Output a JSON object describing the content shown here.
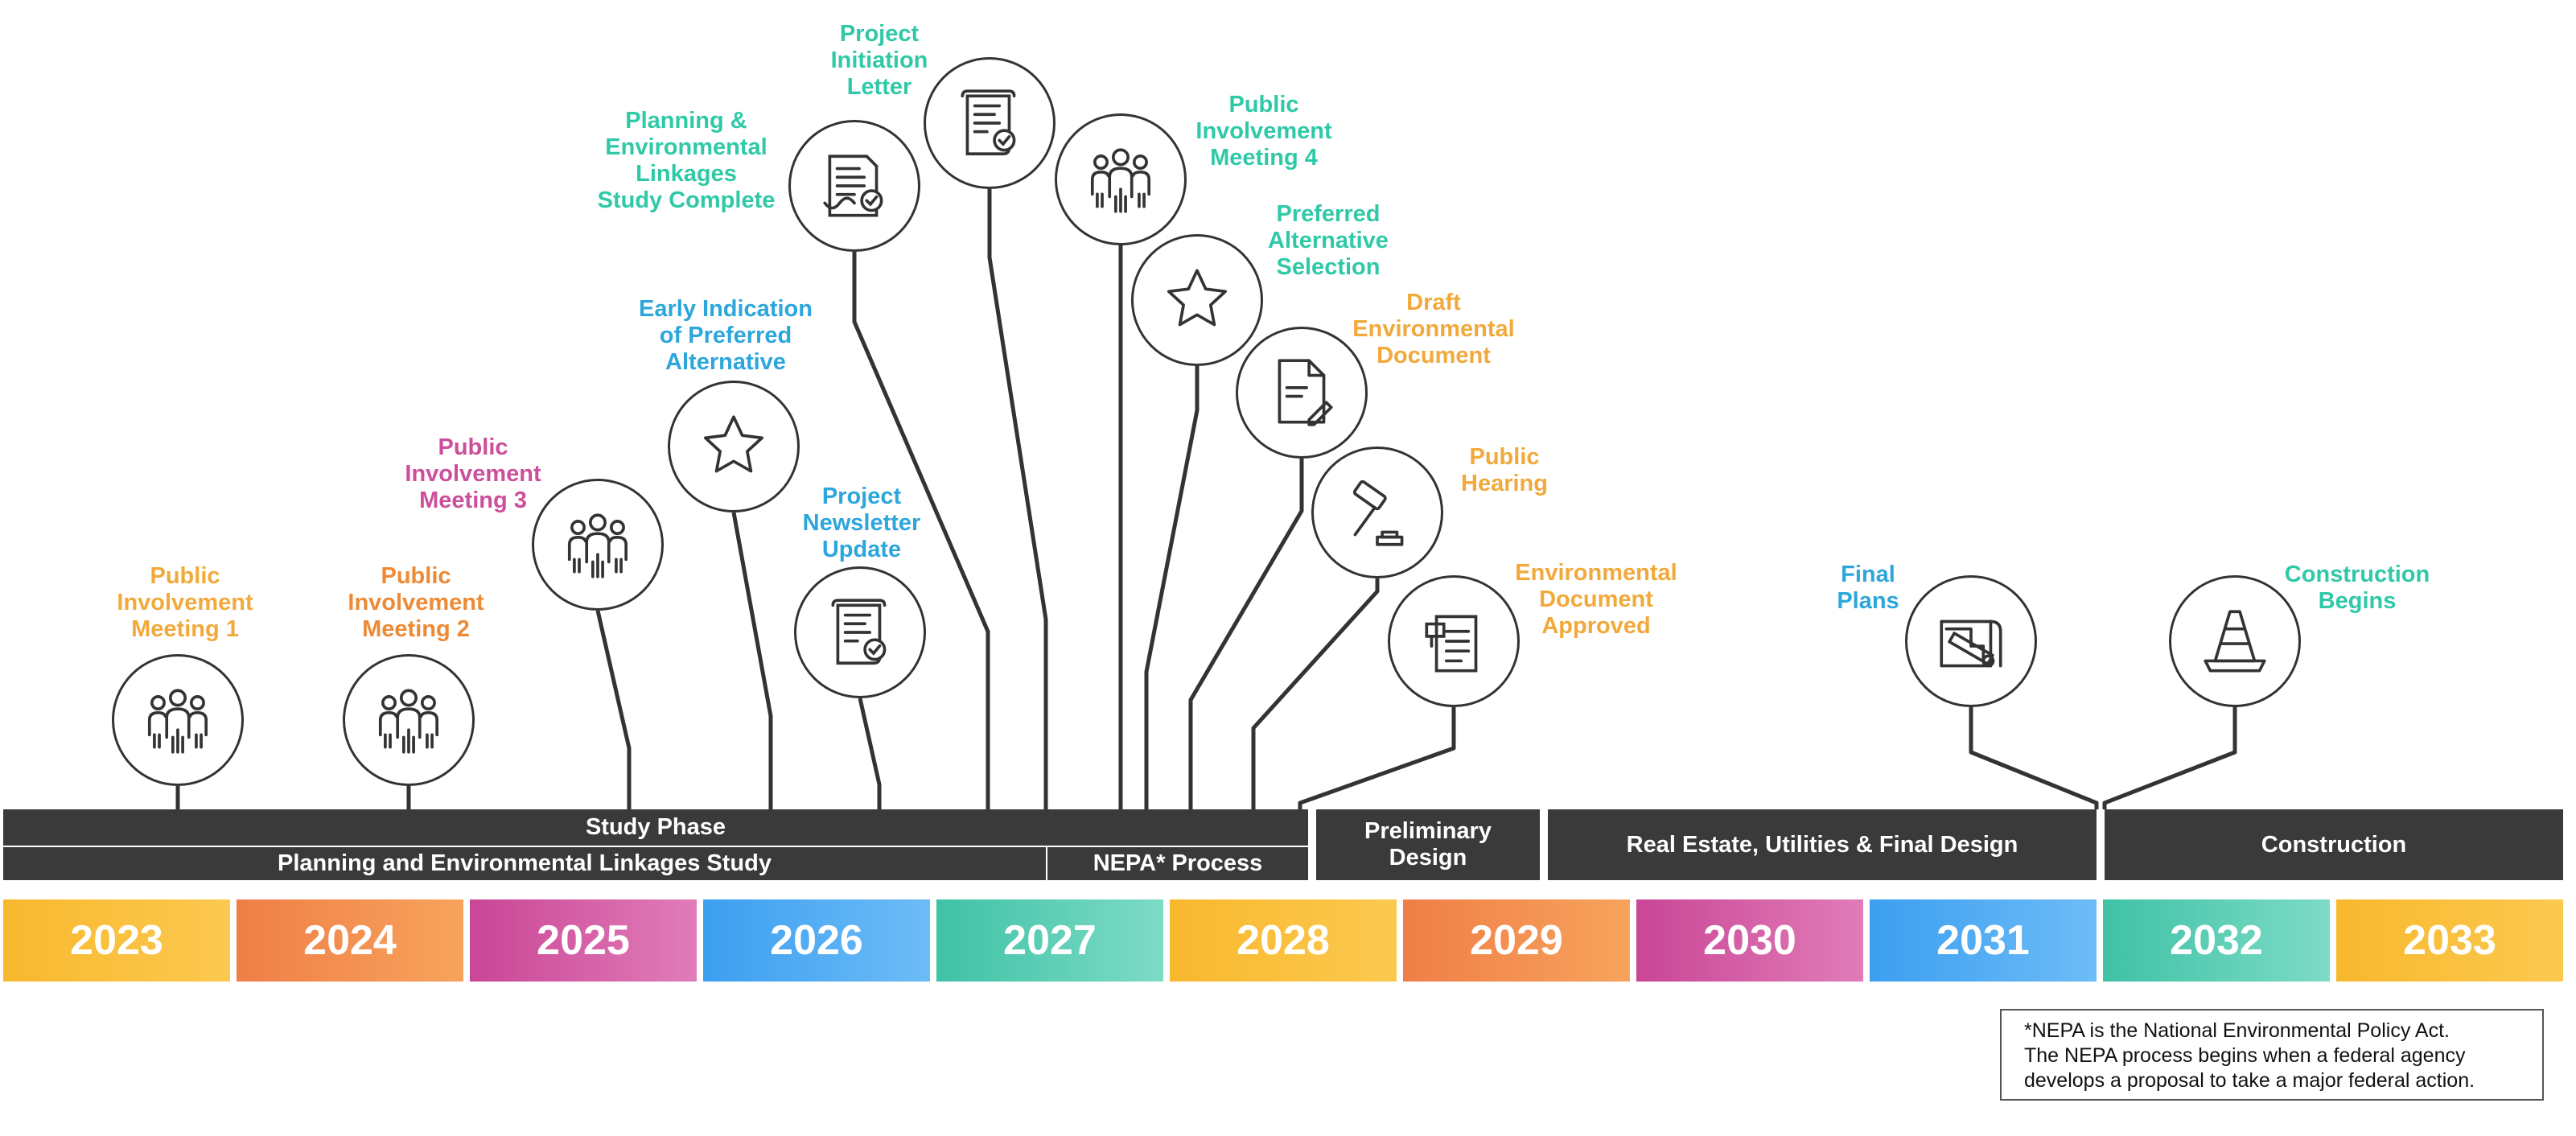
{
  "colors": {
    "orange": "#f2a93b",
    "blue": "#2da6dc",
    "teal": "#2fc9a8",
    "magenta": "#cc4f9b",
    "bar": "#3a3a3a",
    "line": "#333333"
  },
  "phases": {
    "study_phase": "Study Phase",
    "pel_study": "Planning and Environmental Linkages Study",
    "nepa_process": "NEPA* Process",
    "preliminary_design": "Preliminary\nDesign",
    "real_estate": "Real Estate, Utilities & Final Design",
    "construction": "Construction"
  },
  "milestones": [
    {
      "label": "Public\nInvolvement\nMeeting 1",
      "icon": "people-icon",
      "color": "#f2a93b"
    },
    {
      "label": "Public\nInvolvement\nMeeting 2",
      "icon": "people-icon",
      "color": "#ee8a35"
    },
    {
      "label": "Public\nInvolvement\nMeeting 3",
      "icon": "people-icon",
      "color": "#cc4f9b"
    },
    {
      "label": "Early Indication\nof Preferred\nAlternative",
      "icon": "star-icon",
      "color": "#2da6dc"
    },
    {
      "label": "Project\nNewsletter\nUpdate",
      "icon": "scroll-check-icon",
      "color": "#2da6dc"
    },
    {
      "label": "Planning &\nEnvironmental\nLinkages\nStudy Complete",
      "icon": "document-check-icon",
      "color": "#2fc9a8"
    },
    {
      "label": "Project\nInitiation\nLetter",
      "icon": "scroll-check-icon",
      "color": "#2fc9a8"
    },
    {
      "label": "Public\nInvolvement\nMeeting 4",
      "icon": "people-icon",
      "color": "#2fc9a8"
    },
    {
      "label": "Preferred\nAlternative\nSelection",
      "icon": "star-icon",
      "color": "#2fc9a8"
    },
    {
      "label": "Draft\nEnvironmental\nDocument",
      "icon": "document-pencil-icon",
      "color": "#f2a93b"
    },
    {
      "label": "Public\nHearing",
      "icon": "gavel-icon",
      "color": "#f2a93b"
    },
    {
      "label": "Environmental\nDocument\nApproved",
      "icon": "approved-document-icon",
      "color": "#f2a93b"
    },
    {
      "label": "Final\nPlans",
      "icon": "blueprint-icon",
      "color": "#2da6dc"
    },
    {
      "label": "Construction\nBegins",
      "icon": "traffic-cone-icon",
      "color": "#2fc9a8"
    }
  ],
  "years": [
    {
      "label": "2023",
      "from": "#f8b82e",
      "to": "#fcc94f"
    },
    {
      "label": "2024",
      "from": "#f07e47",
      "to": "#f7a35c"
    },
    {
      "label": "2025",
      "from": "#c94696",
      "to": "#e17cb8"
    },
    {
      "label": "2026",
      "from": "#3c9ff0",
      "to": "#6dbcf7"
    },
    {
      "label": "2027",
      "from": "#3fc2a6",
      "to": "#7ddbc6"
    },
    {
      "label": "2028",
      "from": "#f8b82e",
      "to": "#fcc94f"
    },
    {
      "label": "2029",
      "from": "#f07e47",
      "to": "#f7a35c"
    },
    {
      "label": "2030",
      "from": "#c94696",
      "to": "#e17cb8"
    },
    {
      "label": "2031",
      "from": "#3c9ff0",
      "to": "#6dbcf7"
    },
    {
      "label": "2032",
      "from": "#3fc2a6",
      "to": "#7ddbc6"
    },
    {
      "label": "2033",
      "from": "#f8b82e",
      "to": "#fcc94f"
    }
  ],
  "footnote": {
    "line1": "*NEPA is the National Environmental Policy Act.",
    "line2": "The NEPA process begins when a federal agency",
    "line3": "develops a proposal to take a major federal action."
  }
}
